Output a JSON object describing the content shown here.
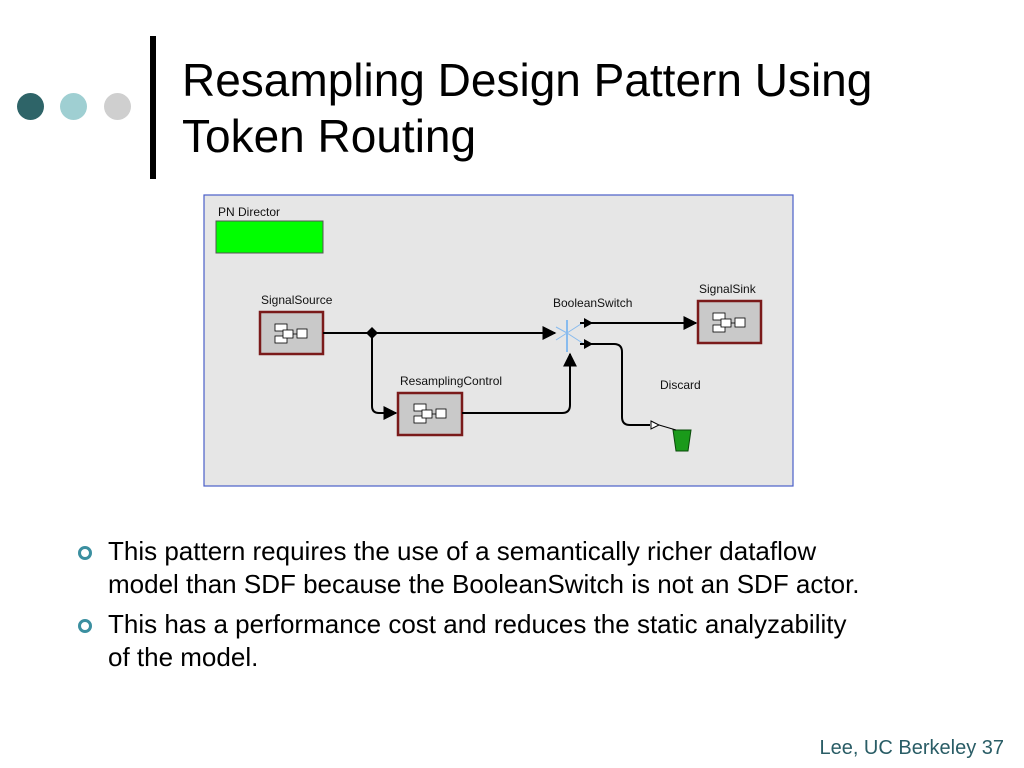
{
  "slide": {
    "title": "Resampling Design Pattern Using Token Routing",
    "footer": "Lee, UC Berkeley 37"
  },
  "decor": {
    "dot_colors": [
      "#2e6468",
      "#9fcfd2",
      "#cfcfcf"
    ],
    "accent": "#3b8fa0"
  },
  "diagram": {
    "director_label": "PN Director",
    "director_color": "#00ff00",
    "actors": {
      "signal_source": "SignalSource",
      "resampling_control": "ResamplingControl",
      "boolean_switch": "BooleanSwitch",
      "signal_sink": "SignalSink",
      "discard": "Discard"
    },
    "actor_border_color": "#7a1a1a",
    "discard_color": "#1a9a1a",
    "canvas_color": "#e6e6e6"
  },
  "bullets": [
    "This pattern requires the use of a semantically richer dataflow model than SDF because the BooleanSwitch is not an SDF actor.",
    "This has a performance cost and reduces the static analyzability of the model."
  ]
}
